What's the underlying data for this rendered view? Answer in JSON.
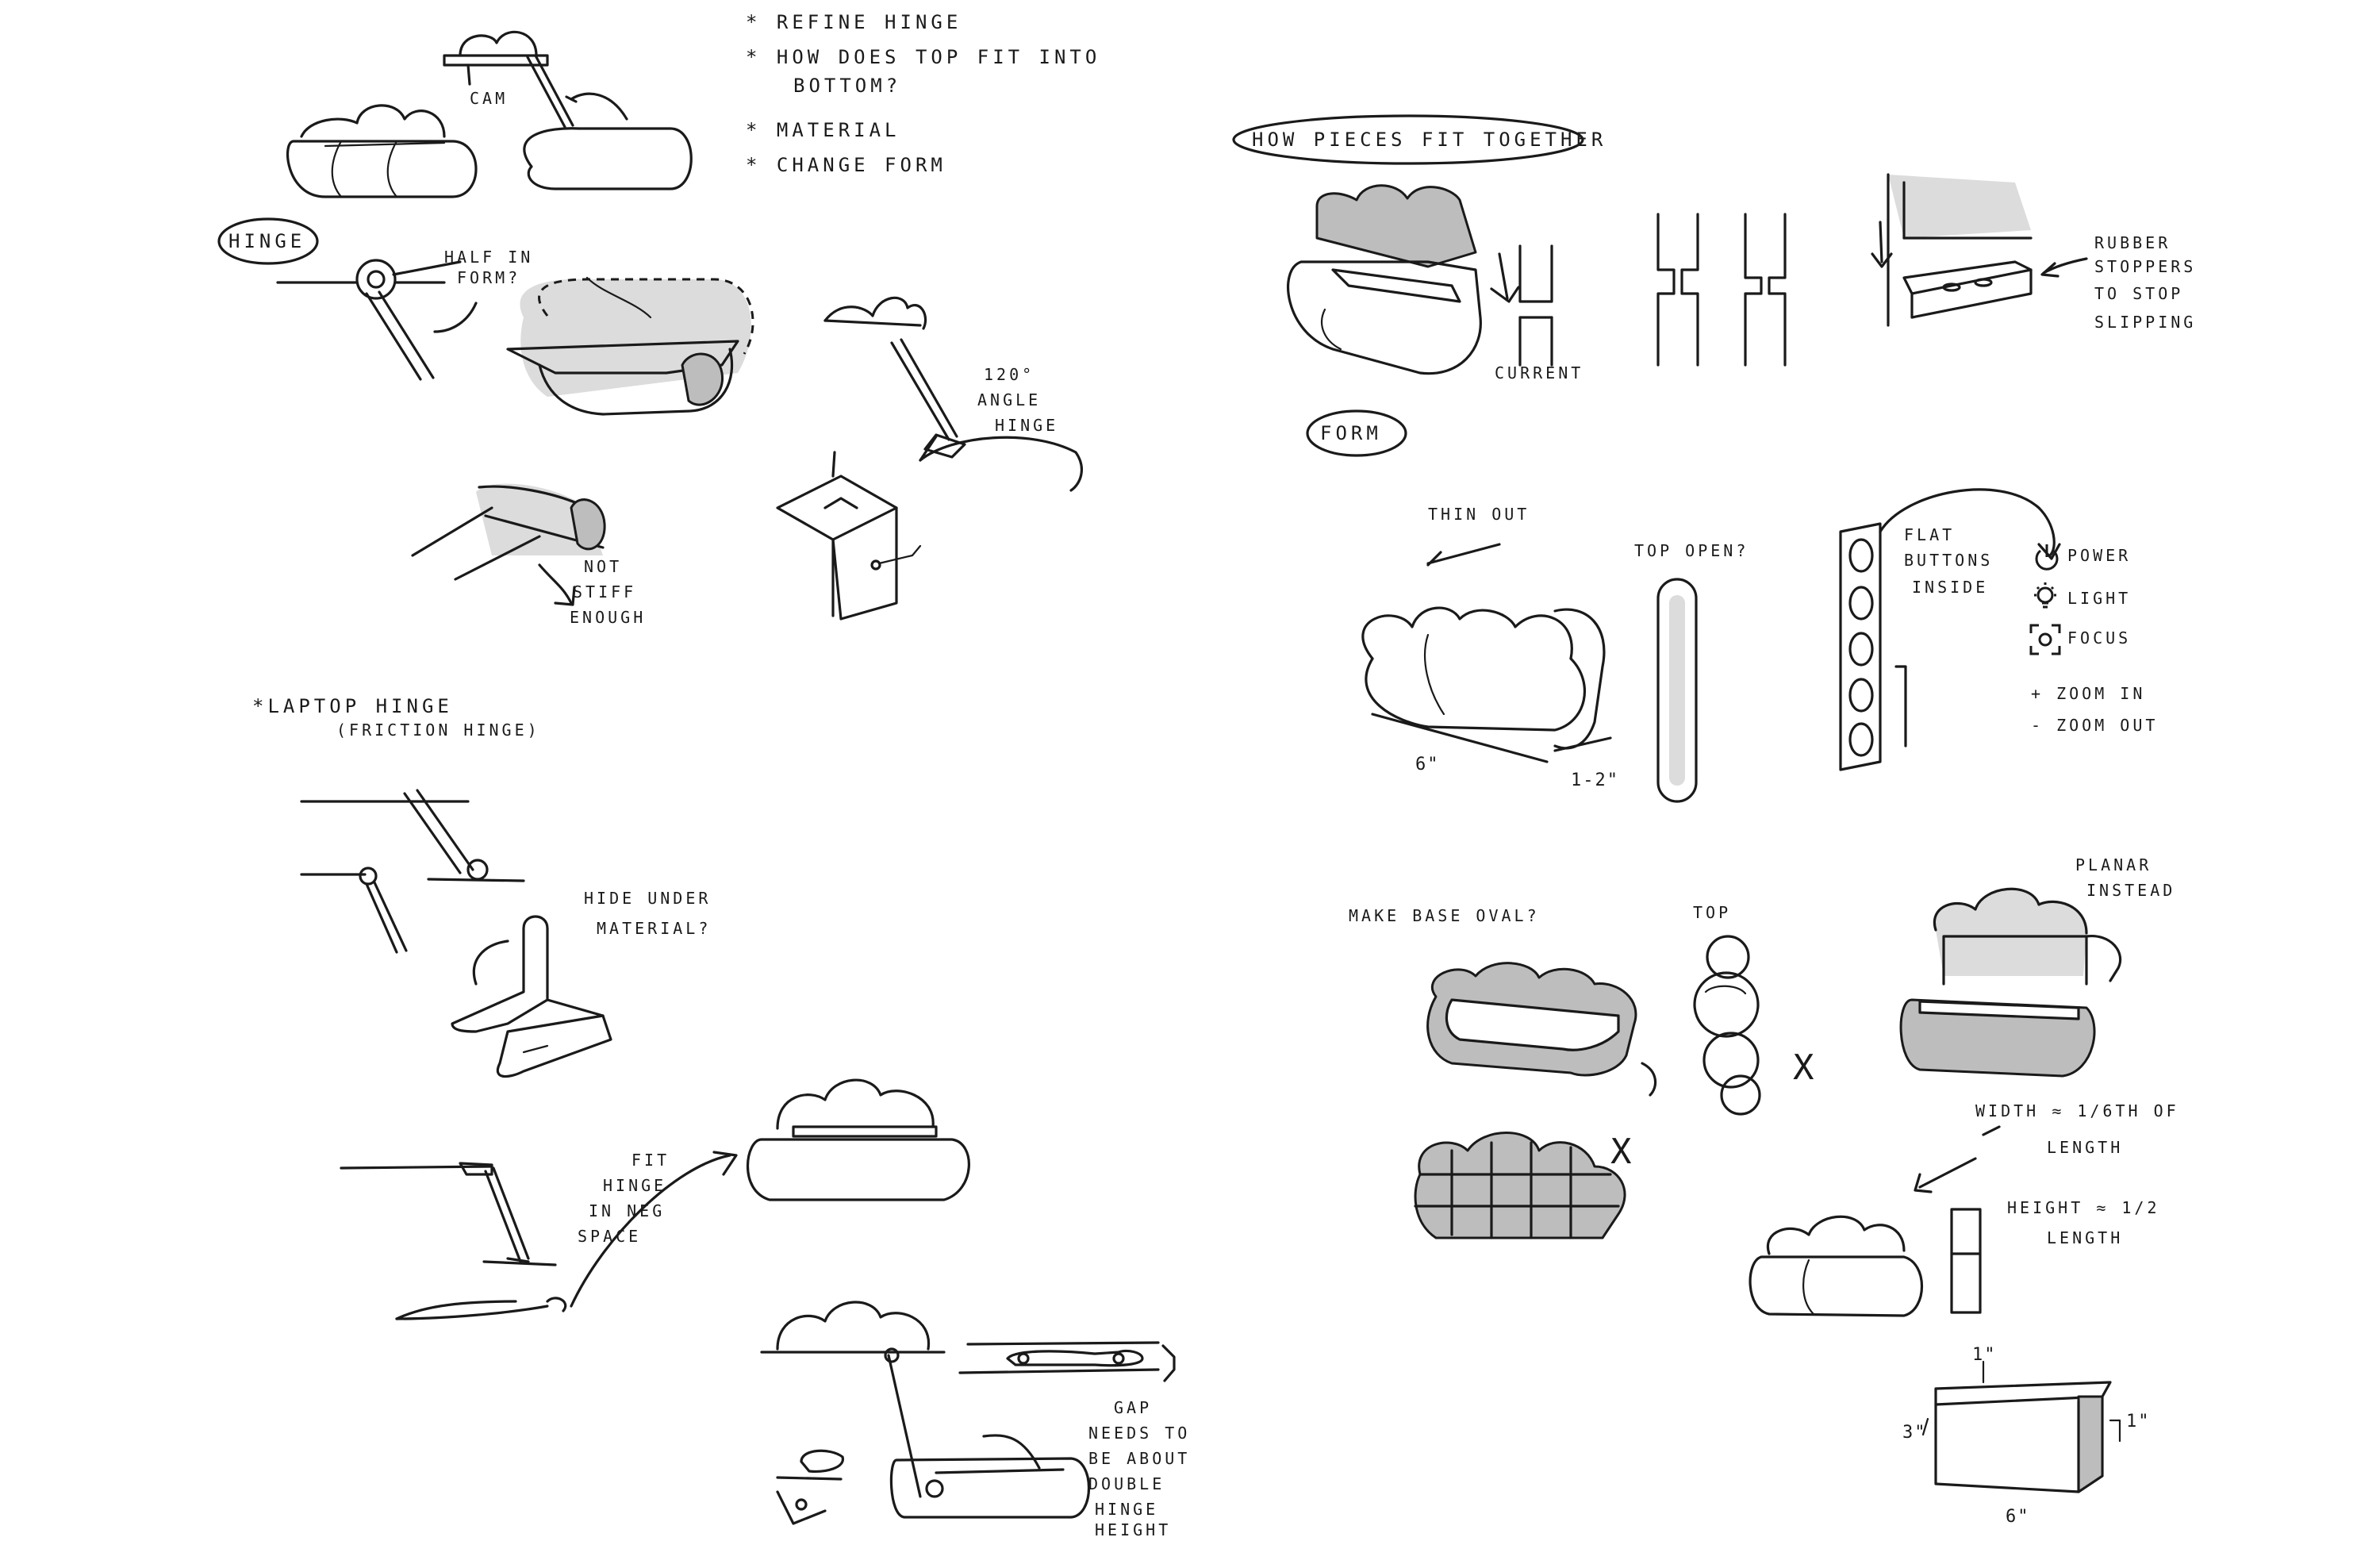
{
  "notes_left": {
    "todo_refine_hinge": "* REFINE HINGE",
    "todo_top_fit": "* HOW DOES TOP FIT INTO",
    "todo_top_fit_2": "BOTTOM?",
    "todo_material": "* MATERIAL",
    "todo_change_form": "* CHANGE FORM",
    "cam": "CAM",
    "hinge_heading": "HINGE",
    "half_in_form": "HALF IN",
    "half_in_form_2": "FORM?",
    "angle_hinge_1": "120°",
    "angle_hinge_2": "ANGLE",
    "angle_hinge_3": "HINGE",
    "not_stiff_1": "NOT",
    "not_stiff_2": "STIFF",
    "not_stiff_3": "ENOUGH",
    "laptop_hinge_1": "*LAPTOP HINGE",
    "laptop_hinge_2": "(FRICTION HINGE)",
    "hide_under_1": "HIDE UNDER",
    "hide_under_2": "MATERIAL?",
    "fit_hinge_1": "FIT",
    "fit_hinge_2": "HINGE",
    "fit_hinge_3": "IN NEG",
    "fit_hinge_4": "SPACE",
    "gap_1": "GAP",
    "gap_2": "NEEDS TO",
    "gap_3": "BE ABOUT",
    "gap_4": "DOUBLE",
    "gap_5": "HINGE",
    "gap_6": "HEIGHT"
  },
  "notes_right": {
    "fit_together": "HOW PIECES FIT TOGETHER",
    "current": "CURRENT",
    "rubber_1": "RUBBER",
    "rubber_2": "STOPPERS",
    "rubber_3": "TO STOP",
    "rubber_4": "SLIPPING",
    "form_heading": "FORM",
    "thin_out": "THIN OUT",
    "top_open": "TOP OPEN?",
    "flat_buttons_1": "FLAT",
    "flat_buttons_2": "BUTTONS",
    "flat_buttons_3": "INSIDE",
    "btn_power": "POWER",
    "btn_light": "LIGHT",
    "btn_focus": "FOCUS",
    "btn_zoom_in": "+ ZOOM IN",
    "btn_zoom_out": "- ZOOM OUT",
    "dim_6": "6\"",
    "dim_1_2": "1-2\"",
    "make_base_oval": "MAKE BASE OVAL?",
    "top": "TOP",
    "planar_1": "PLANAR",
    "planar_2": "INSTEAD",
    "width_1": "WIDTH ≈ 1/6TH OF",
    "width_2": "LENGTH",
    "height_1": "HEIGHT ≈ 1/2",
    "height_2": "LENGTH",
    "box_dim_top": "1\"",
    "box_dim_left": "3\"",
    "box_dim_right": "1\"",
    "box_dim_bottom": "6\"",
    "reject_mark": "X"
  },
  "icons": {
    "power": "power-icon",
    "light": "light-bulb-icon",
    "focus": "focus-icon"
  },
  "colors": {
    "ink": "#1a1a1a",
    "marker_gray": "#bdbdbd",
    "paper": "#ffffff"
  }
}
